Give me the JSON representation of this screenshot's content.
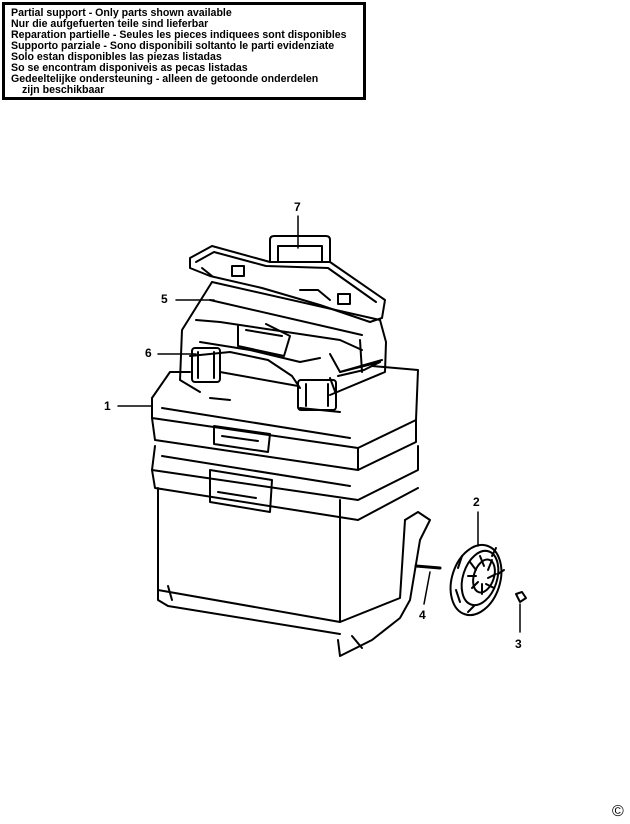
{
  "notice": {
    "lines": [
      "Partial support - Only parts shown available",
      "Nur die aufgefuerten teile sind lieferbar",
      "Reparation partielle - Seules les pieces indiquees sont disponibles",
      "Supporto parziale - Sono disponibili soltanto le parti evidenziate",
      "Solo estan disponibles las piezas listadas",
      "So se encontram disponiveis as pecas listadas",
      "Gedeeltelijke ondersteuning - alleen de getoonde onderdelen",
      "zijn beschikbaar"
    ]
  },
  "callouts": {
    "p1": "1",
    "p2": "2",
    "p3": "3",
    "p4": "4",
    "p5": "5",
    "p6": "6",
    "p7": "7"
  },
  "copyright": "©"
}
